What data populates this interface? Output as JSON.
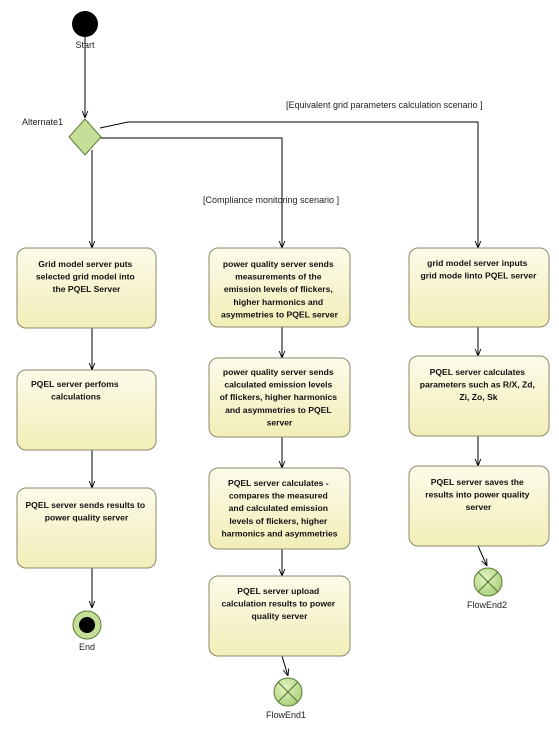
{
  "start": {
    "label": "Start"
  },
  "decision": {
    "label": "Alternate1"
  },
  "guards": {
    "equivalent": "[Equivalent grid parameters calculation scenario ]",
    "compliance": "[Compliance monitoring scenario ]"
  },
  "branches": [
    {
      "actions": [
        [
          "Grid model server puts",
          "selected grid model into",
          "the PQEL Server"
        ],
        [
          "PQEL server perfoms",
          "calculations"
        ],
        [
          "PQEL server sends results to",
          "power quality server"
        ]
      ],
      "end": {
        "label": "End",
        "kind": "final"
      }
    },
    {
      "actions": [
        [
          "power quality server sends",
          "measurements of the",
          "emission levels of flickers,",
          "higher harmonics and",
          "asymmetries to PQEL server"
        ],
        [
          "power quality server sends",
          "calculated emission levels",
          "of flickers, higher harmonics",
          "and asymmetries to PQEL",
          "server"
        ],
        [
          "PQEL server calculates -",
          "compares the measured",
          "and calculated emission",
          "levels of flickers, higher",
          "harmonics and asymmetries"
        ],
        [
          "PQEL server upload",
          "calculation results to power",
          "quality server"
        ]
      ],
      "end": {
        "label": "FlowEnd1",
        "kind": "flowfinal"
      }
    },
    {
      "actions": [
        [
          "grid model server inputs",
          "grid mode linto PQEL server"
        ],
        [
          "PQEL server calculates",
          "parameters such as R/X, Zd,",
          "Zi, Zo, Sk"
        ],
        [
          "PQEL server saves the",
          "results into power quality",
          "server"
        ]
      ],
      "end": {
        "label": "FlowEnd2",
        "kind": "flowfinal"
      }
    }
  ]
}
